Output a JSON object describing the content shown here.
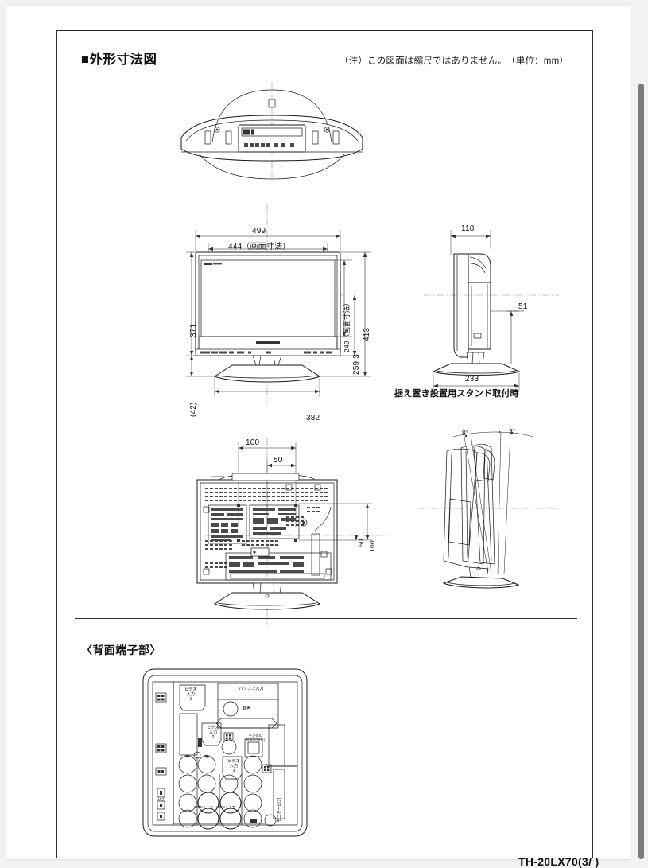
{
  "document": {
    "heading": "■外形寸法図",
    "note": "（注）この図面は縮尺ではありません。",
    "unit_note": "（単位：mm）",
    "section_heading": "〈背面端子部〉",
    "model_number": "TH-20LX70(3/ )"
  },
  "front_view": {
    "width_overall": "499",
    "width_screen": "444（画面寸法）",
    "height_panel": "371",
    "height_screen": "249（画面寸法）",
    "height_overall": "413",
    "height_mid": "259.3",
    "base_height": "(42)",
    "base_width": "382",
    "brand": "Panasonic"
  },
  "side_view": {
    "depth_top": "118",
    "depth_offset": "51",
    "base_depth": "233",
    "caption": "据え置き設置用スタンド取付時"
  },
  "tilt_view": {
    "angle_back": "8°",
    "angle_front": "3°"
  },
  "rear_view": {
    "vesa_width_outer": "100",
    "vesa_width_inner": "50",
    "vesa_height_inner": "50",
    "vesa_height_outer": "100"
  },
  "terminals": {
    "video_in_1": "ビデオ\n入力\n1",
    "video_in_1_l1": "ビデオ",
    "video_in_1_l2": "入力",
    "video_in_1_l3": "1",
    "video_in_2_l1": "ビデオ",
    "video_in_2_l2": "入力",
    "video_in_2_l3": "2",
    "video_in_3_l1": "ビデオ",
    "video_in_3_l2": "入力",
    "video_in_3_l3": "3",
    "pc_in": "パソコン入力",
    "audio": "音声",
    "digital_audio_l1": "デジタル",
    "digital_audio_l2": "音声出力(光)",
    "hdmi_1": "HDMI 1 入力",
    "hdmi_2": "HDMI 2 入力",
    "monitor_out": "モニター出力"
  }
}
